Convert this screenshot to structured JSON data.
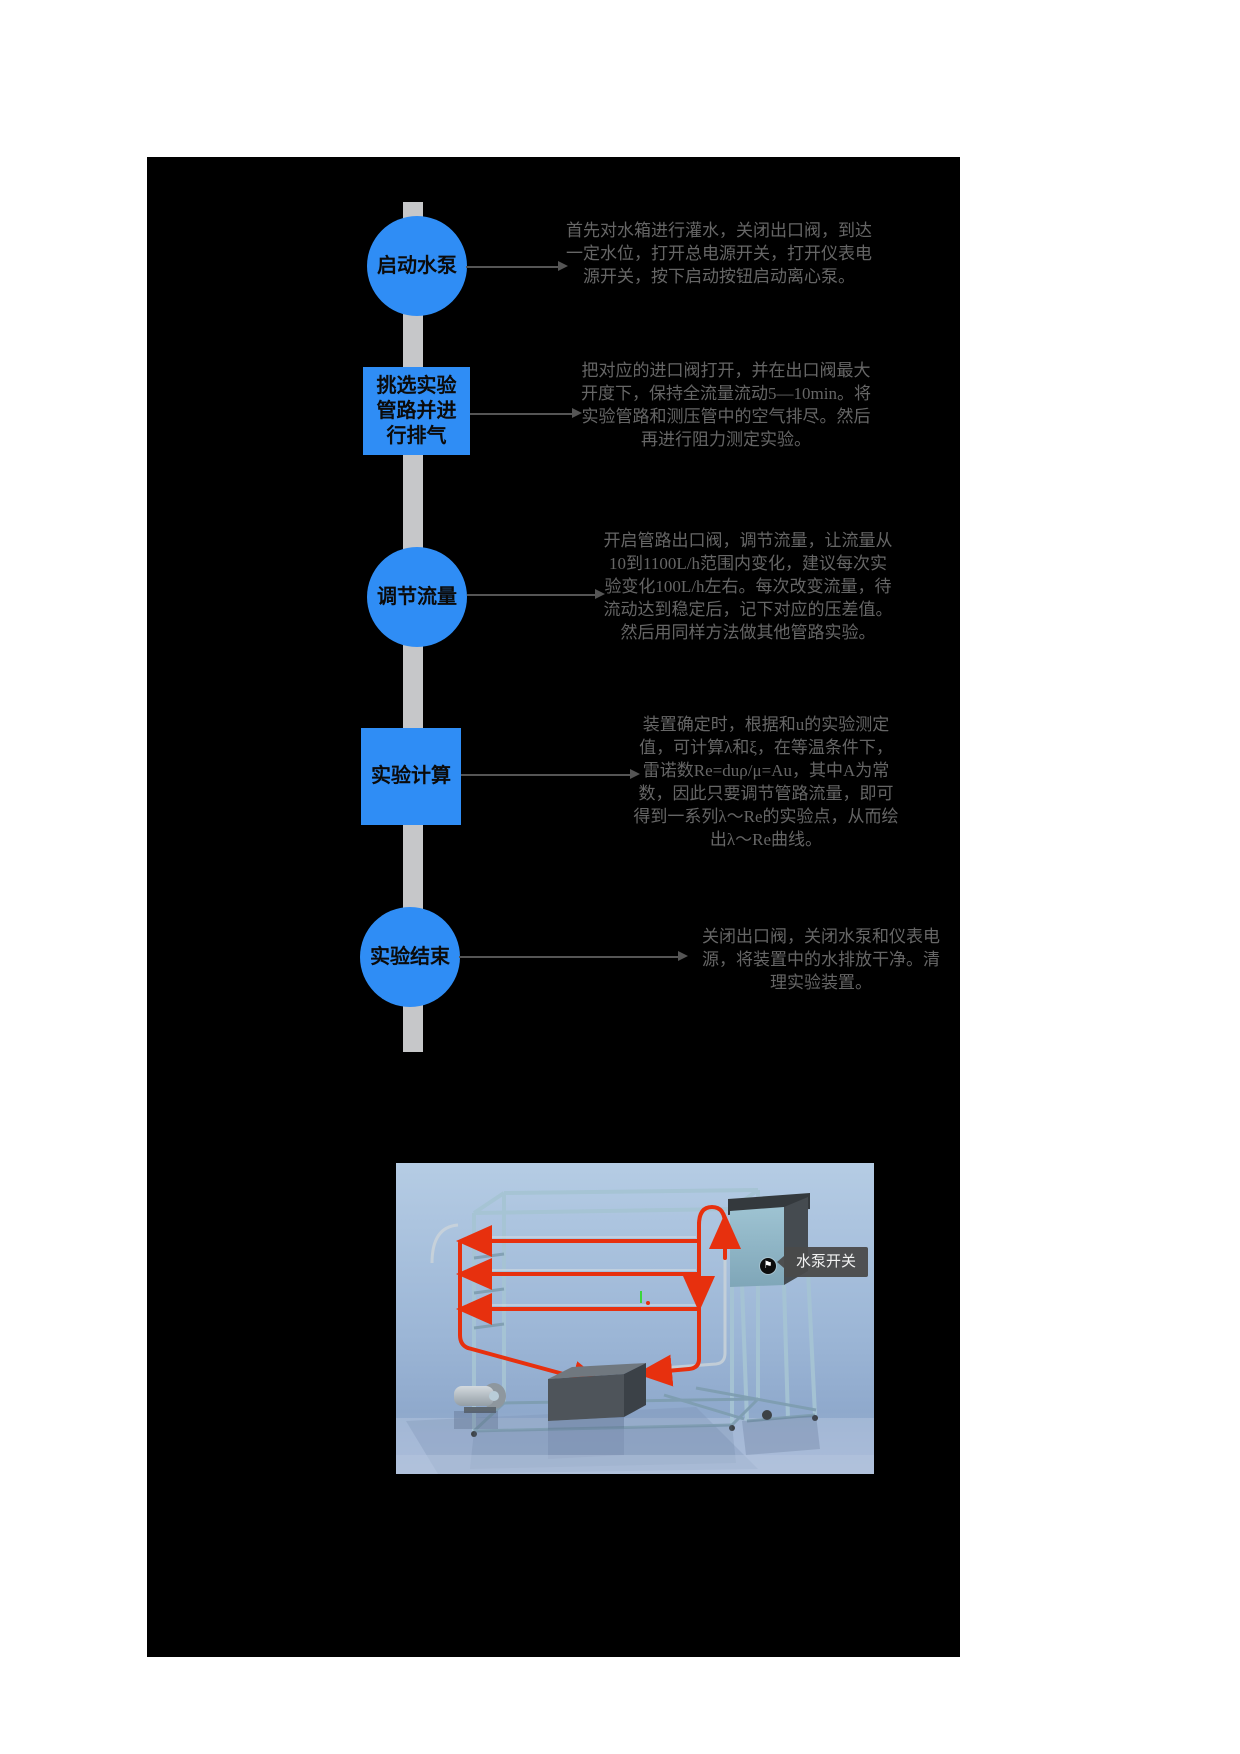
{
  "page": {
    "background": "#ffffff",
    "board_background": "#000000"
  },
  "colors": {
    "node_blue": "#2f8df5",
    "spine_gray": "#c6c7c9",
    "arrow_gray": "#555555",
    "description_text": "#666666",
    "pipe_red": "#e7300e",
    "tooltip_bg": "#4a4a4a",
    "photo_sky": "#b5cce4"
  },
  "flowchart": {
    "steps": [
      {
        "shape": "circle",
        "label": "启动水泵",
        "label_lines": [
          "启动水泵"
        ],
        "description": "首先对水箱进行灌水，关闭出口阀，到达一定水位，打开总电源开关，打开仪表电源开关，按下启动按钮启动离心泵。"
      },
      {
        "shape": "rect",
        "label": "挑选实验管路并进行排气",
        "label_lines": [
          "挑选实验",
          "管路并进",
          "行排气"
        ],
        "description": "把对应的进口阀打开，并在出口阀最大开度下，保持全流量流动5—10min。将实验管路和测压管中的空气排尽。然后再进行阻力测定实验。"
      },
      {
        "shape": "circle",
        "label": "调节流量",
        "label_lines": [
          "调节流量"
        ],
        "description": "开启管路出口阀，调节流量，让流量从10到1100L/h范围内变化，建议每次实验变化100L/h左右。每次改变流量，待流动达到稳定后，记下对应的压差值。然后用同样方法做其他管路实验。"
      },
      {
        "shape": "rect",
        "label": "实验计算",
        "label_lines": [
          "实验计算"
        ],
        "description": "装置确定时，根据和u的实验测定值，可计算λ和ξ，在等温条件下，雷诺数Re=duρ/μ=Au，其中A为常数，因此只要调节管路流量，即可得到一系列λ～Re的实验点，从而绘出λ～Re曲线。"
      },
      {
        "shape": "circle",
        "label": "实验结束",
        "label_lines": [
          "实验结束"
        ],
        "description": "关闭出口阀，关闭水泵和仪表电源，将装置中的水排放干净。清理实验装置。"
      }
    ]
  },
  "apparatus": {
    "tooltip": "水泵开关",
    "pump_button": {
      "glyph": "⚑",
      "icon": "flag-icon"
    }
  }
}
